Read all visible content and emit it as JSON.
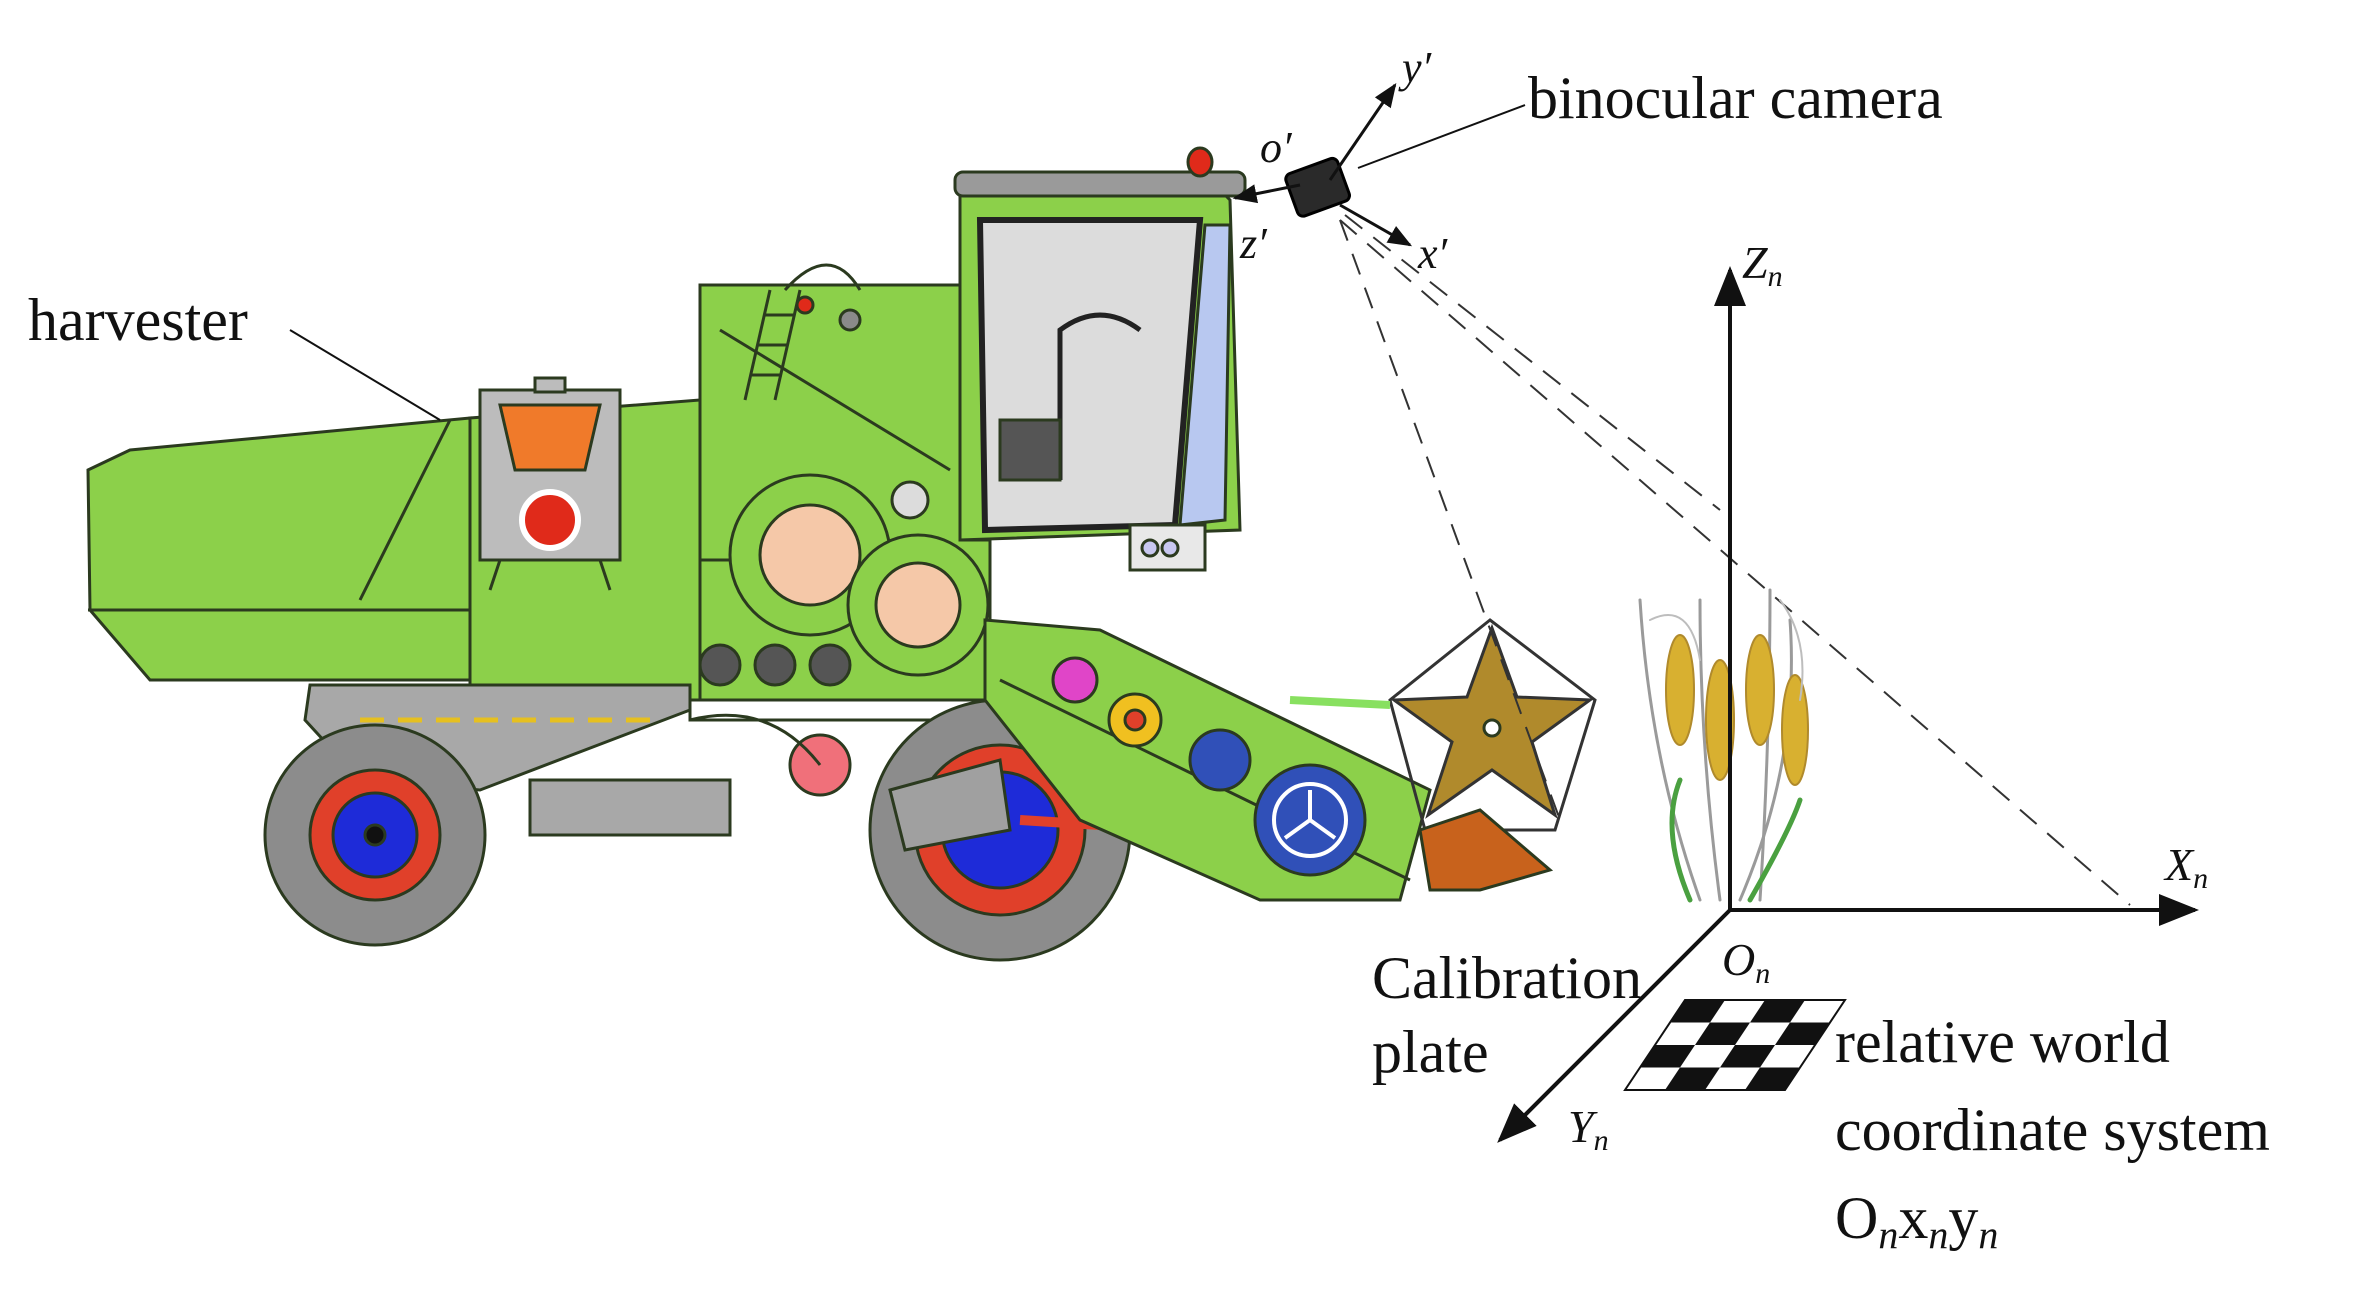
{
  "labels": {
    "harvester": "harvester",
    "binocular_camera": "binocular camera",
    "calibration_plate_line1": "Calibration",
    "calibration_plate_line2": "plate",
    "world_line1": "relative world",
    "world_line2": "coordinate system",
    "world_symbol_O": "O",
    "world_symbol_x": "x",
    "world_symbol_y": "y",
    "world_symbol_sub": "n"
  },
  "camera_axes": {
    "origin": "o′",
    "x": "x′",
    "y": "y′",
    "z": "z′"
  },
  "world_axes": {
    "z": "Z",
    "x": "X",
    "y": "Y",
    "origin": "O",
    "subscript": "n"
  },
  "colors": {
    "body_green": "#8cd04a",
    "body_stroke": "#2b3a1f",
    "cab_grey": "#8a8a8a",
    "tire_grey": "#8c8c8c",
    "hub_blue": "#1e2bd8",
    "hub_red": "#e02a1a",
    "engine_orange": "#f07a2a",
    "reel_gold": "#b08a2c",
    "divider_orange": "#c8621c",
    "wheat_gold": "#d8b030",
    "axis_black": "#111111"
  },
  "icons": {
    "camera": "camera-icon",
    "calibration_plate": "checkerboard-icon",
    "crop": "wheat-icon",
    "engine": "engine-icon",
    "beacon": "beacon-light-icon"
  }
}
